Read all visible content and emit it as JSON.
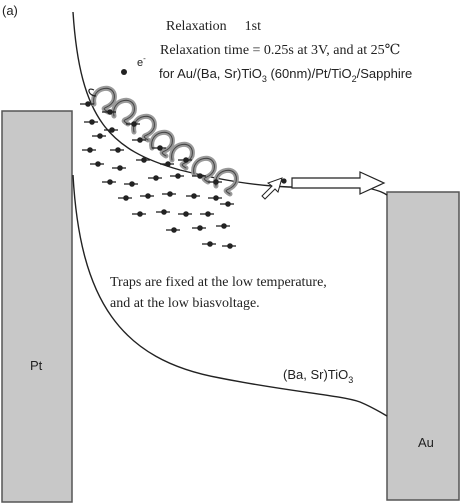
{
  "panel_label": "(a)",
  "heading": {
    "line1_word": "Relaxation",
    "line1_order": "1st",
    "line2": "Relaxation time = 0.25s at 3V, and at 25℃",
    "line3_pre": "for Au/(Ba, Sr)TiO",
    "line3_sub": "3",
    "line3_mid": " (60nm)/Pt/TiO",
    "line3_sub2": "2",
    "line3_post": "/Sapphire"
  },
  "electron_label": "e",
  "electron_sup": "-",
  "note": {
    "line1": "Traps are fixed at the low temperature,",
    "line2": "and at the low biasvoltage."
  },
  "material_label_pre": "(Ba, Sr)TiO",
  "material_label_sub": "3",
  "electrode_left": "Pt",
  "electrode_right": "Au",
  "colors": {
    "electrode_fill": "#c8c8c8",
    "electrode_stroke": "#555555",
    "line": "#222222",
    "arrow_fill": "#bdbdbd",
    "trap": "#222222"
  }
}
